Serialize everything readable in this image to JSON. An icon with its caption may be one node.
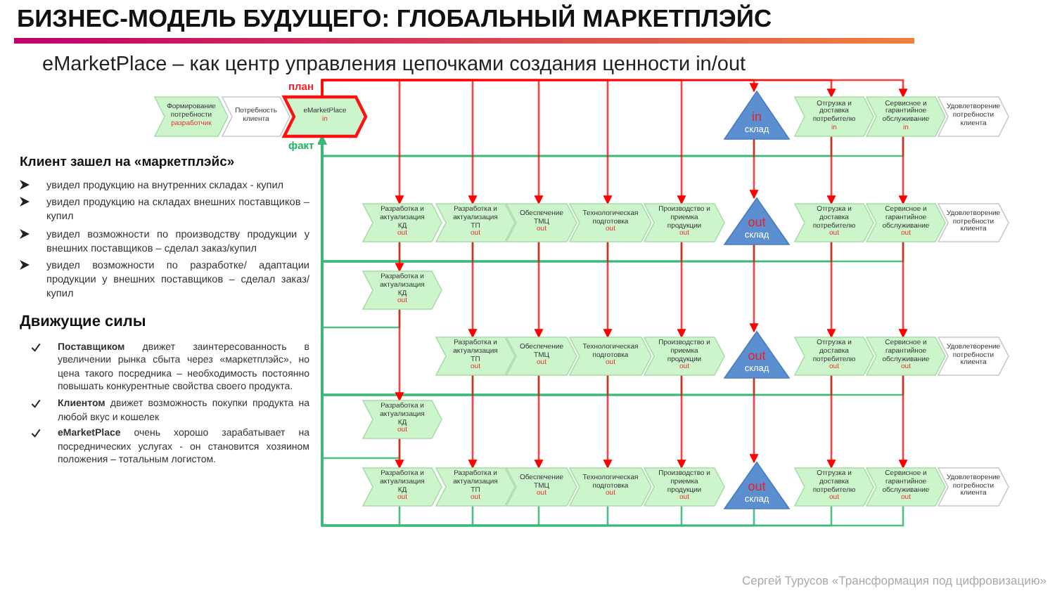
{
  "diagram": {
    "title": "БИЗНЕС-МОДЕЛЬ БУДУЩЕГО: ГЛОБАЛЬНЫЙ МАРКЕТПЛЭЙС",
    "nodes": [
      {
        "text": [
          "Формирование потребности",
          "разработчик"
        ]
      },
      {
        "text": [
          "Потребность клиента"
        ]
      },
      {
        "text": [
          "eMarketPlace",
          "in"
        ]
      },
      {
        "text": [
          "in",
          "склад"
        ]
      },
      {
        "text": [
          "Отгрузка и доставка потребителю",
          "in"
        ]
      },
      {
        "text": [
          "Сервисное и гарантийное обслуживание",
          "in"
        ]
      },
      {
        "text": [
          "Удовлетворение потребности клиента"
        ]
      },
      {
        "text": [
          "Разработка и актуализация КД",
          "out"
        ]
      },
      {
        "text": [
          "Разработка и актуализация ТП",
          "out"
        ]
      },
      {
        "text": [
          "Обеспечение ТМЦ",
          "out"
        ]
      },
      {
        "text": [
          "Технологическая подготовка",
          "out"
        ]
      },
      {
        "text": [
          "Производство и приемка продукции",
          "out"
        ]
      },
      {
        "text": [
          "out",
          "склад"
        ]
      },
      {
        "text": [
          "Отгрузка и доставка потребителю",
          "out"
        ]
      },
      {
        "text": [
          "Сервисное и гарантийное обслуживание",
          "out"
        ]
      },
      {
        "text": [
          "Удовлетворение потребности клиента"
        ]
      },
      {
        "text": [
          "Разработка и актуализация КД",
          "out"
        ]
      },
      {
        "text": [
          "Разработка и актуализация ТП",
          "out"
        ]
      },
      {
        "text": [
          "Обеспечение ТМЦ",
          "out"
        ]
      },
      {
        "text": [
          "Технологическая подготовка",
          "out"
        ]
      },
      {
        "text": [
          "Производство и приемка продукции",
          "out"
        ]
      },
      {
        "text": [
          "out",
          "склад"
        ]
      },
      {
        "text": [
          "Отгрузка и доставка потребителю",
          "out"
        ]
      },
      {
        "text": [
          "Сервисное и гарантийное обслуживание",
          "out"
        ]
      },
      {
        "text": [
          "Удовлетворение потребности клиента"
        ]
      },
      {
        "text": [
          "Разработка и актуализация КД",
          "out"
        ]
      },
      {
        "text": [
          "Разработка и актуализация КД",
          "out"
        ]
      },
      {
        "text": [
          "Разработка и актуализация ТП",
          "out"
        ]
      },
      {
        "text": [
          "Обеспечение ТМЦ",
          "out"
        ]
      },
      {
        "text": [
          "Технологическая подготовка",
          "out"
        ]
      },
      {
        "text": [
          "Производство и приемка продукции",
          "out"
        ]
      },
      {
        "text": [
          "out",
          "склад"
        ]
      },
      {
        "text": [
          "Отгрузка и доставка потребителю",
          "out"
        ]
      },
      {
        "text": [
          "Сервисное и гарантийное обслуживание",
          "out"
        ]
      },
      {
        "text": [
          "Удовлетворение потребности клиента"
        ]
      }
    ],
    "edges": [
      {
        "from": 2,
        "to": 7,
        "arrow": "to",
        "color": "#ff0000"
      },
      {
        "from": 2,
        "to": 8,
        "arrow": "to",
        "color": "#ff0000"
      },
      {
        "from": 2,
        "to": 9,
        "arrow": "to",
        "color": "#ff0000"
      },
      {
        "from": 2,
        "to": 10,
        "arrow": "to",
        "color": "#ff0000"
      },
      {
        "from": 2,
        "to": 11,
        "arrow": "to",
        "color": "#ff0000"
      },
      {
        "from": 2,
        "to": 3,
        "arrow": "to",
        "color": "#ff0000"
      },
      {
        "from": 2,
        "to": 4,
        "arrow": "to",
        "color": "#ff0000"
      },
      {
        "from": 2,
        "to": 5,
        "arrow": "to",
        "color": "#ff0000"
      },
      {
        "from": 7,
        "to": 16,
        "arrow": "to",
        "color": "#ff0000"
      },
      {
        "from": 16,
        "to": 25,
        "arrow": "to",
        "color": "#ff0000"
      },
      {
        "from": 25,
        "to": 26,
        "arrow": "to",
        "color": "#ff0000"
      },
      {
        "from": 8,
        "to": 17,
        "arrow": "to",
        "color": "#ff0000"
      },
      {
        "from": 17,
        "to": 27,
        "arrow": "to",
        "color": "#ff0000"
      },
      {
        "from": 9,
        "to": 18,
        "arrow": "to",
        "color": "#ff0000"
      },
      {
        "from": 18,
        "to": 28,
        "arrow": "to",
        "color": "#ff0000"
      },
      {
        "from": 10,
        "to": 19,
        "arrow": "to",
        "color": "#ff0000"
      },
      {
        "from": 19,
        "to": 29,
        "arrow": "to",
        "color": "#ff0000"
      },
      {
        "from": 11,
        "to": 20,
        "arrow": "to",
        "color": "#ff0000"
      },
      {
        "from": 20,
        "to": 30,
        "arrow": "to",
        "color": "#ff0000"
      },
      {
        "from": 3,
        "to": 12,
        "arrow": "to",
        "color": "#ff0000"
      },
      {
        "from": 12,
        "to": 21,
        "arrow": "to",
        "color": "#ff0000"
      },
      {
        "from": 21,
        "to": 31,
        "arrow": "to",
        "color": "#ff0000"
      },
      {
        "from": 4,
        "to": 13,
        "arrow": "to",
        "color": "#ff0000"
      },
      {
        "from": 13,
        "to": 22,
        "arrow": "to",
        "color": "#ff0000"
      },
      {
        "from": 22,
        "to": 32,
        "arrow": "to",
        "color": "#ff0000"
      },
      {
        "from": 5,
        "to": 14,
        "arrow": "to",
        "color": "#ff0000"
      },
      {
        "from": 14,
        "to": 23,
        "arrow": "to",
        "color": "#ff0000"
      },
      {
        "from": 23,
        "to": 33,
        "arrow": "to",
        "color": "#ff0000"
      },
      {
        "from": 3,
        "to": 2,
        "arrow": "to",
        "color": "#3cb878"
      },
      {
        "from": 4,
        "to": 2,
        "arrow": "to",
        "color": "#3cb878"
      },
      {
        "from": 5,
        "to": 2,
        "arrow": "to",
        "color": "#3cb878"
      },
      {
        "from": 7,
        "to": 2,
        "arrow": "to",
        "color": "#3cb878"
      },
      {
        "from": 8,
        "to": 2,
        "arrow": "to",
        "color": "#3cb878"
      },
      {
        "from": 9,
        "to": 2,
        "arrow": "to",
        "color": "#3cb878"
      },
      {
        "from": 10,
        "to": 2,
        "arrow": "to",
        "color": "#3cb878"
      },
      {
        "from": 11,
        "to": 2,
        "arrow": "to",
        "color": "#3cb878"
      },
      {
        "from": 12,
        "to": 2,
        "arrow": "to",
        "color": "#3cb878"
      },
      {
        "from": 13,
        "to": 2,
        "arrow": "to",
        "color": "#3cb878"
      },
      {
        "from": 14,
        "to": 2,
        "arrow": "to",
        "color": "#3cb878"
      },
      {
        "from": 16,
        "to": 2,
        "arrow": "to",
        "color": "#3cb878"
      },
      {
        "from": 17,
        "to": 2,
        "arrow": "to",
        "color": "#3cb878"
      },
      {
        "from": 18,
        "to": 2,
        "arrow": "to",
        "color": "#3cb878"
      },
      {
        "from": 19,
        "to": 2,
        "arrow": "to",
        "color": "#3cb878"
      },
      {
        "from": 20,
        "to": 2,
        "arrow": "to",
        "color": "#3cb878"
      },
      {
        "from": 21,
        "to": 2,
        "arrow": "to",
        "color": "#3cb878"
      },
      {
        "from": 22,
        "to": 2,
        "arrow": "to",
        "color": "#3cb878"
      },
      {
        "from": 23,
        "to": 2,
        "arrow": "to",
        "color": "#3cb878"
      },
      {
        "from": 25,
        "to": 2,
        "arrow": "to",
        "color": "#3cb878"
      },
      {
        "from": 26,
        "to": 2,
        "arrow": "to",
        "color": "#3cb878"
      },
      {
        "from": 27,
        "to": 2,
        "arrow": "to",
        "color": "#3cb878"
      },
      {
        "from": 28,
        "to": 2,
        "arrow": "to",
        "color": "#3cb878"
      },
      {
        "from": 29,
        "to": 2,
        "arrow": "to",
        "color": "#3cb878"
      },
      {
        "from": 30,
        "to": 2,
        "arrow": "to",
        "color": "#3cb878"
      },
      {
        "from": 31,
        "to": 2,
        "arrow": "to",
        "color": "#3cb878"
      },
      {
        "from": 32,
        "to": 2,
        "arrow": "to",
        "color": "#3cb878"
      },
      {
        "from": 33,
        "to": 2,
        "arrow": "to",
        "color": "#3cb878"
      }
    ],
    "labels": [
      "eMarketPlace – как центр управления цепочками создания ценности in/out",
      "план",
      "факт",
      "Клиент зашел на «маркетплэйс»",
      "увидел продукцию  на внутренних складах - купил",
      "увидел продукцию на складах внешних поставщиков – купил",
      "увидел возможности по производству продукции у внешних поставщиков – сделал заказ/купил",
      "увидел возможности по разработке/ адаптации продукции у внешних поставщиков – сделал заказ/купил",
      "Движущие силы",
      "**Поставщиком** движет заинтересованность в увеличении рынка сбыта через «маркетплэйс», но цена такого посредника – необходимость постоянно повышать конкурентные свойства своего продукта.",
      "**Клиентом** движет возможность покупки продукта на любой вкус и кошелек",
      "**eMarketPlace** очень хорошо зарабатывает на посреднических услугах  -  он становится хозяином положения – тотальным логистом.",
      "Сергей Турусов «Трансформация под цифровизацию»"
    ]
  }
}
